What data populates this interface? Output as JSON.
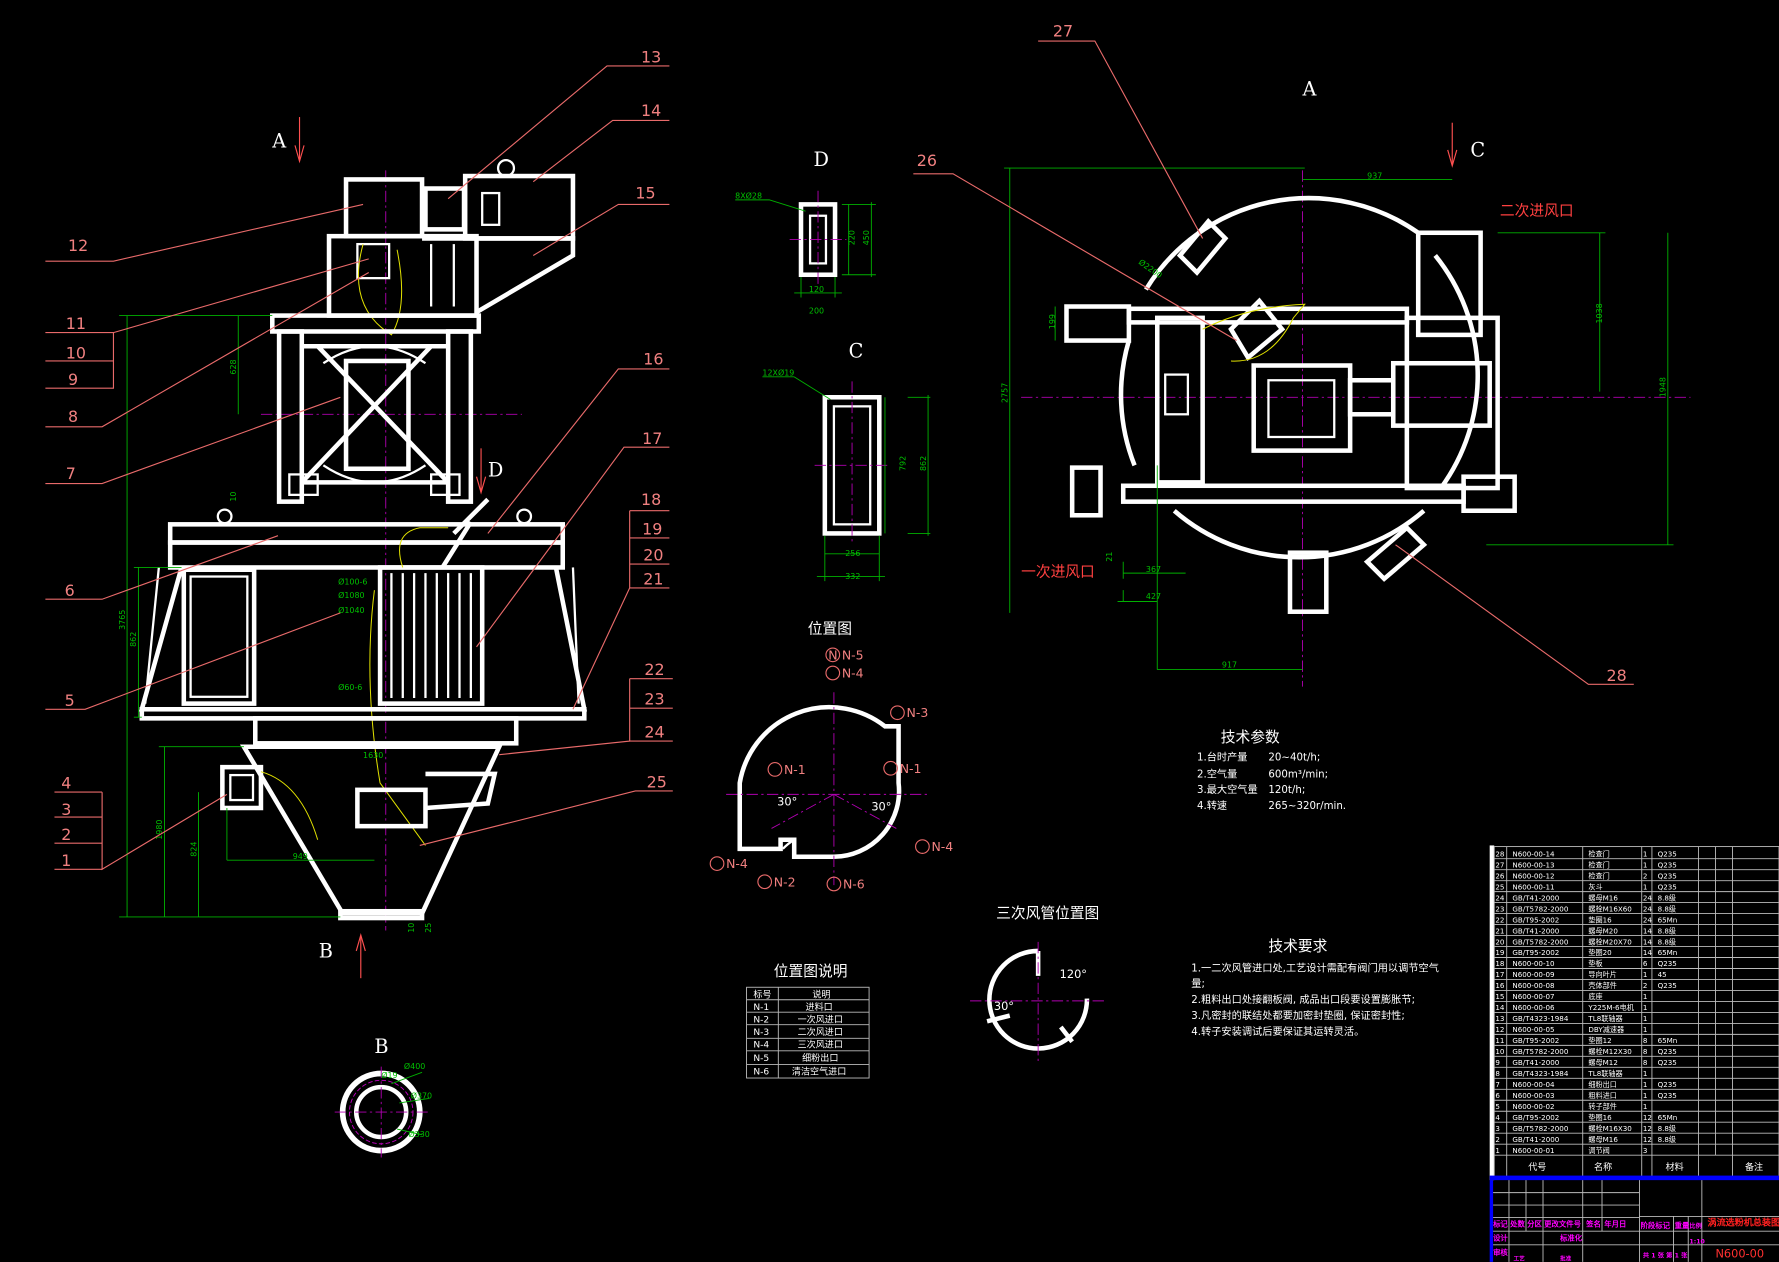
{
  "views": {
    "A_top": "A",
    "A_right": "A",
    "B_bottom": "B",
    "B_section": "B",
    "C_right": "C",
    "C_section": "C",
    "D_main": "D",
    "D_section": "D"
  },
  "part_numbers": [
    "1",
    "2",
    "3",
    "4",
    "5",
    "6",
    "7",
    "8",
    "9",
    "10",
    "11",
    "12",
    "13",
    "14",
    "15",
    "16",
    "17",
    "18",
    "19",
    "20",
    "21",
    "22",
    "23",
    "24",
    "25",
    "26",
    "27",
    "28"
  ],
  "main_dims": {
    "d628": "628",
    "d3765": "3765",
    "d862": "862",
    "d949": "949",
    "d824": "824",
    "d1630": "1630",
    "d1980": "1980",
    "d10": "10",
    "d25": "25",
    "d10b": "10",
    "p1": "Ø100-6",
    "p2": "Ø1080",
    "p3": "Ø1040",
    "p4": "Ø60-6"
  },
  "view_d": {
    "holes": "8XØ28",
    "d220": "220",
    "d450": "450",
    "d120": "120",
    "d200": "200"
  },
  "view_c": {
    "holes": "12XØ19",
    "d792": "792",
    "d862": "862",
    "d256": "256",
    "d332": "332"
  },
  "view_b": {
    "d19": "Ø19",
    "d400": "Ø400",
    "d370": "Ø370",
    "d330": "Ø330"
  },
  "top_view": {
    "d937": "937",
    "d1038": "1038",
    "d1948": "1948",
    "d2757": "2757",
    "d199": "199",
    "d21": "21",
    "d367": "367",
    "d427": "427",
    "d917": "917",
    "dia": "Ø2200",
    "secondary_inlet": "二次进风口",
    "primary_inlet": "一次进风口"
  },
  "position_diagram": {
    "title": "位置图",
    "labels": [
      "N-1",
      "N-2",
      "N-3",
      "N-4",
      "N-5",
      "N-6"
    ],
    "angle": "30°",
    "n_circle": "N"
  },
  "tertiary_duct": {
    "title": "三次风管位置图",
    "a30": "30°",
    "a120": "120°"
  },
  "legend": {
    "title": "位置图说明",
    "headers": [
      "标号",
      "说明"
    ],
    "rows": [
      [
        "N-1",
        "进料口"
      ],
      [
        "N-2",
        "一次风进口"
      ],
      [
        "N-3",
        "二次风进口"
      ],
      [
        "N-4",
        "三次风进口"
      ],
      [
        "N-5",
        "细粉出口"
      ],
      [
        "N-6",
        "清洁空气进口"
      ]
    ]
  },
  "tech_params": {
    "title": "技术参数",
    "items": [
      [
        "1.台时产量",
        "20~40t/h;"
      ],
      [
        "2.空气量",
        "600m³/min;"
      ],
      [
        "3.最大空气量",
        "120t/h;"
      ],
      [
        "4.转速",
        "265~320r/min."
      ]
    ]
  },
  "tech_requirements": {
    "title": "技术要求",
    "items": [
      "1.一二次风管进口处,工艺设计需配有阀门用以调节空气",
      "量;",
      "2.粗料出口处接翻板阀, 成品出口段要设置膨胀节;",
      "3.凡密封的联结处都要加密封垫圈, 保证密封性;",
      "4.转子安装调试后要保证其运转灵活。"
    ]
  },
  "bom": {
    "headers": [
      "代号",
      "名称",
      "材料",
      "备注"
    ],
    "rows": [
      [
        "28",
        "N600-00-14",
        "检查门",
        "1",
        "Q235"
      ],
      [
        "27",
        "N600-00-13",
        "检查门",
        "1",
        "Q235"
      ],
      [
        "26",
        "N600-00-12",
        "检查门",
        "2",
        "Q235"
      ],
      [
        "25",
        "N600-00-11",
        "灰斗",
        "1",
        "Q235"
      ],
      [
        "24",
        "GB/T41-2000",
        "螺母M16",
        "24",
        "8.8级"
      ],
      [
        "23",
        "GB/T5782-2000",
        "螺栓M16X60",
        "24",
        "8.8级"
      ],
      [
        "22",
        "GB/T95-2002",
        "垫圈16",
        "24",
        "65Mn"
      ],
      [
        "21",
        "GB/T41-2000",
        "螺母M20",
        "14",
        "8.8级"
      ],
      [
        "20",
        "GB/T5782-2000",
        "螺栓M20X70",
        "14",
        "8.8级"
      ],
      [
        "19",
        "GB/T95-2002",
        "垫圈20",
        "14",
        "65Mn"
      ],
      [
        "18",
        "N600-00-10",
        "垫板",
        "6",
        "Q235"
      ],
      [
        "17",
        "N600-00-09",
        "导向叶片",
        "1",
        "45"
      ],
      [
        "16",
        "N600-00-08",
        "壳体部件",
        "2",
        "Q235"
      ],
      [
        "15",
        "N600-00-07",
        "底座",
        "1",
        ""
      ],
      [
        "14",
        "N600-00-06",
        "Y225M-6电机",
        "1",
        ""
      ],
      [
        "13",
        "GB/T4323-1984",
        "TL8联轴器",
        "1",
        ""
      ],
      [
        "12",
        "N600-00-05",
        "DBY减速器",
        "1",
        ""
      ],
      [
        "11",
        "GB/T95-2002",
        "垫圈12",
        "8",
        "65Mn"
      ],
      [
        "10",
        "GB/T5782-2000",
        "螺栓M12X30",
        "8",
        "Q235"
      ],
      [
        "9",
        "GB/T41-2000",
        "螺母M12",
        "8",
        "Q235"
      ],
      [
        "8",
        "GB/T4323-1984",
        "TL8联轴器",
        "1",
        ""
      ],
      [
        "7",
        "N600-00-04",
        "细粉出口",
        "1",
        "Q235"
      ],
      [
        "6",
        "N600-00-03",
        "粗料进口",
        "1",
        "Q235"
      ],
      [
        "5",
        "N600-00-02",
        "转子部件",
        "1",
        ""
      ],
      [
        "4",
        "GB/T95-2002",
        "垫圈16",
        "12",
        "65Mn"
      ],
      [
        "3",
        "GB/T5782-2000",
        "螺栓M16X30",
        "12",
        "8.8级"
      ],
      [
        "2",
        "GB/T41-2000",
        "螺母M16",
        "12",
        "8.8级"
      ],
      [
        "1",
        "N600-00-01",
        "调节阀",
        "3",
        ""
      ]
    ]
  },
  "title_block": {
    "mark": "标记",
    "count": "处数",
    "zone": "分区",
    "change_doc": "更改文件号",
    "sign": "签名",
    "date": "年月日",
    "design": "设计",
    "standard": "标准化",
    "review": "审核",
    "process": "工艺",
    "approve": "批准",
    "stage": "阶段标记",
    "weight": "重量",
    "scale": "比例",
    "scale_value": "1:10",
    "drawing_title": "涡流选粉机总装图",
    "drawing_no": "N600-00",
    "sheets": "共 1 张  第 1 张"
  },
  "colors": {
    "background": "#000000",
    "outline": "#ffffff",
    "leader": "#e86a6a",
    "dimension": "#00b000",
    "centerline": "#b000b0",
    "title_bar": "#0000ff"
  }
}
